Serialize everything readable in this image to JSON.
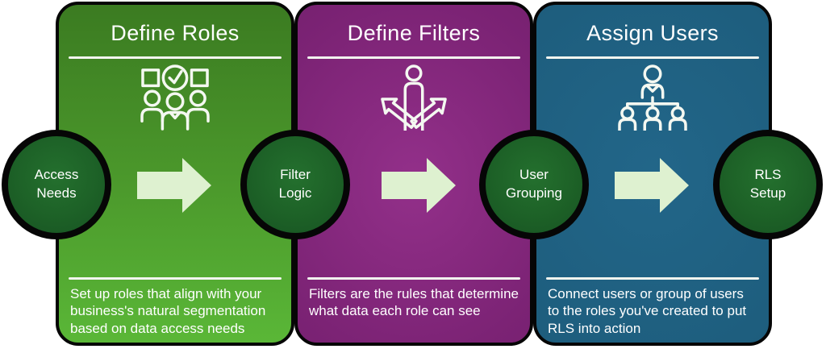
{
  "steps": [
    {
      "title": "Define Roles",
      "icon": "team-check-icon",
      "description": "Set up roles that align with your business's natural segmentation based on data access needs"
    },
    {
      "title": "Define Filters",
      "icon": "person-choice-arrows-icon",
      "description": "Filters are the rules that determine what data each role can see"
    },
    {
      "title": "Assign Users",
      "icon": "org-chart-icon",
      "description": "Connect users or group of users to the roles you've created to put RLS into action"
    }
  ],
  "milestones": [
    {
      "line1": "Access",
      "line2": "Needs"
    },
    {
      "line1": "Filter",
      "line2": "Logic"
    },
    {
      "line1": "User",
      "line2": "Grouping"
    },
    {
      "line1": "RLS",
      "line2": "Setup"
    }
  ],
  "colors": {
    "green_top": "#3b7b21",
    "green_bottom": "#5ab737",
    "purple_center": "#93308a",
    "purple_edge": "#6c1d67",
    "blue_center": "#226689",
    "blue_edge": "#1b5674",
    "circle_fill": "#1d6127",
    "arrow_fill": "#def1d0",
    "outline_black": "#060606",
    "text_white": "#ffffff"
  }
}
